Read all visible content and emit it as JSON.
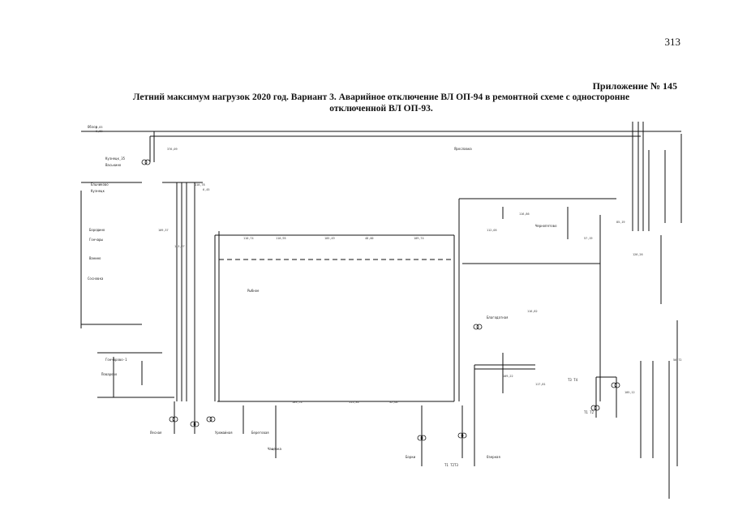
{
  "page": {
    "number": "313",
    "appendix": "Приложение № 145",
    "title_line1": "Летний максимум нагрузок 2020 год. Вариант 3. Аварийное отключение ВЛ ОП-94 в ремонтной схеме с односторонне",
    "title_line2": "отключенной ВЛ ОП-93."
  },
  "diagram": {
    "nodes": [
      {
        "id": "n1",
        "label": "Обзор"
      },
      {
        "id": "n2",
        "label": "Кузнецк_35"
      },
      {
        "id": "n3",
        "label": "Васькино"
      },
      {
        "id": "n4",
        "label": "Ельниково"
      },
      {
        "id": "n5",
        "label": "Кузнецк"
      },
      {
        "id": "n6",
        "label": "Бородино"
      },
      {
        "id": "n7",
        "label": "Гончары"
      },
      {
        "id": "n8",
        "label": "Ванино"
      },
      {
        "id": "n9",
        "label": "Сосновка"
      },
      {
        "id": "n10",
        "label": "Ярославка"
      },
      {
        "id": "n11",
        "label": "Чернопятово"
      },
      {
        "id": "n12",
        "label": "Благодатная"
      },
      {
        "id": "n13",
        "label": "Гончарово-1"
      },
      {
        "id": "n14",
        "label": "Поварово"
      },
      {
        "id": "n15",
        "label": "Рыбное"
      },
      {
        "id": "n16",
        "label": "Лесная"
      },
      {
        "id": "n17",
        "label": "Урожайная"
      },
      {
        "id": "n18",
        "label": "Береговая"
      },
      {
        "id": "n19",
        "label": "Чащевка"
      },
      {
        "id": "n20",
        "label": "Озерная"
      },
      {
        "id": "n21",
        "label": "Борки"
      },
      {
        "id": "n22",
        "label": "Т1 Т2Т3"
      },
      {
        "id": "n23",
        "label": "Т3 Т4"
      },
      {
        "id": "n24",
        "label": "Т1 Т2"
      }
    ],
    "values": [
      "5,83",
      "0,62",
      "376,09",
      "110,78",
      "6,45",
      "109,37",
      "113,27",
      "110,74",
      "110,95",
      "105,49",
      "48,00",
      "109,74",
      "112,05",
      "116,86",
      "57,19",
      "85,19",
      "126,26",
      "116,82",
      "109,22",
      "117,81",
      "111,34",
      "109,74",
      "32,66",
      "56,72",
      "105,12"
    ]
  }
}
